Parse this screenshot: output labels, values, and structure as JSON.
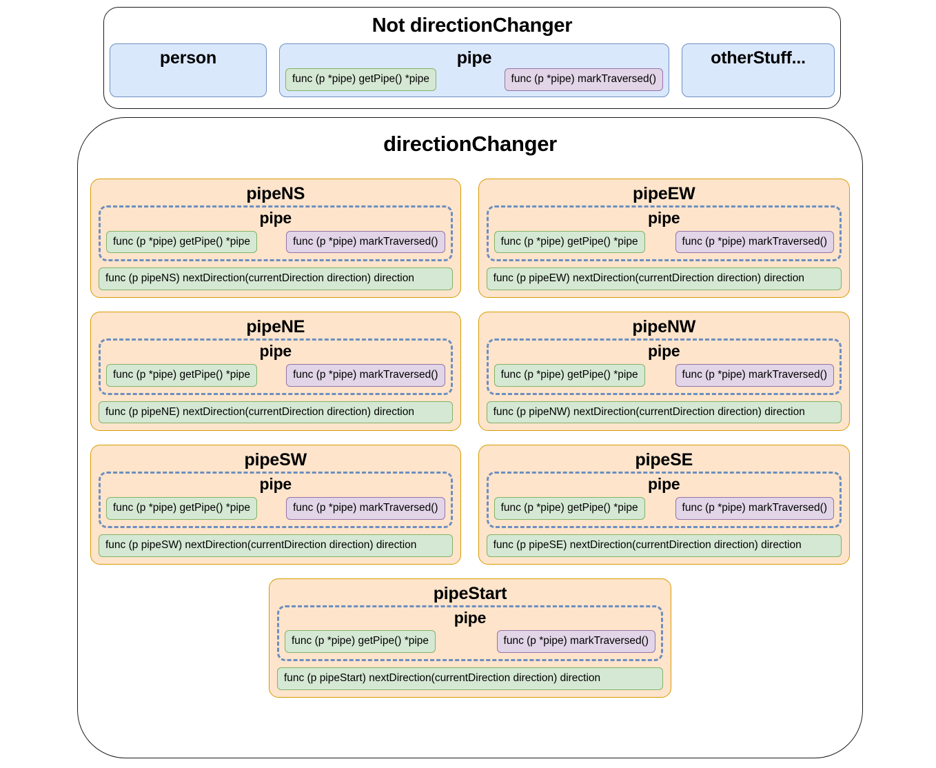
{
  "not_direction_changer": {
    "title": "Not directionChanger",
    "structs": [
      {
        "name": "person",
        "kind": "blue-struct",
        "methods": []
      },
      {
        "name": "pipe",
        "kind": "blue-struct",
        "methods": [
          {
            "label": "func (p *pipe) getPipe() *pipe",
            "color": "green"
          },
          {
            "label": "func (p *pipe) markTraversed()",
            "color": "purple"
          }
        ]
      },
      {
        "name": "otherStuff...",
        "kind": "blue-struct",
        "methods": []
      }
    ]
  },
  "direction_changer": {
    "title": "directionChanger",
    "embedded_struct_name": "pipe",
    "embedded_methods": [
      {
        "label": "func (p *pipe) getPipe() *pipe",
        "color": "green"
      },
      {
        "label": "func (p *pipe) markTraversed()",
        "color": "purple"
      }
    ],
    "types": [
      {
        "name": "pipeNS",
        "embedded": "pipe",
        "embedded_methods": [
          {
            "label": "func (p *pipe) getPipe() *pipe",
            "color": "green"
          },
          {
            "label": "func (p *pipe) markTraversed()",
            "color": "purple"
          }
        ],
        "own_method": "func (p pipeNS) nextDirection(currentDirection direction) direction"
      },
      {
        "name": "pipeEW",
        "embedded": "pipe",
        "embedded_methods": [
          {
            "label": "func (p *pipe) getPipe() *pipe",
            "color": "green"
          },
          {
            "label": "func (p *pipe) markTraversed()",
            "color": "purple"
          }
        ],
        "own_method": "func (p pipeEW) nextDirection(currentDirection direction) direction"
      },
      {
        "name": "pipeNE",
        "embedded": "pipe",
        "embedded_methods": [
          {
            "label": "func (p *pipe) getPipe() *pipe",
            "color": "green"
          },
          {
            "label": "func (p *pipe) markTraversed()",
            "color": "purple"
          }
        ],
        "own_method": "func (p pipeNE) nextDirection(currentDirection direction) direction"
      },
      {
        "name": "pipeNW",
        "embedded": "pipe",
        "embedded_methods": [
          {
            "label": "func (p *pipe) getPipe() *pipe",
            "color": "green"
          },
          {
            "label": "func (p *pipe) markTraversed()",
            "color": "purple"
          }
        ],
        "own_method": "func (p pipeNW) nextDirection(currentDirection direction) direction"
      },
      {
        "name": "pipeSW",
        "embedded": "pipe",
        "embedded_methods": [
          {
            "label": "func (p *pipe) getPipe() *pipe",
            "color": "green"
          },
          {
            "label": "func (p *pipe) markTraversed()",
            "color": "purple"
          }
        ],
        "own_method": "func (p pipeSW) nextDirection(currentDirection direction) direction"
      },
      {
        "name": "pipeSE",
        "embedded": "pipe",
        "embedded_methods": [
          {
            "label": "func (p *pipe) getPipe() *pipe",
            "color": "green"
          },
          {
            "label": "func (p *pipe) markTraversed()",
            "color": "purple"
          }
        ],
        "own_method": "func (p pipeSE) nextDirection(currentDirection direction) direction"
      },
      {
        "name": "pipeStart",
        "embedded": "pipe",
        "embedded_methods": [
          {
            "label": "func (p *pipe) getPipe() *pipe",
            "color": "green"
          },
          {
            "label": "func (p *pipe) markTraversed()",
            "color": "purple"
          }
        ],
        "own_method": "func (p pipeStart) nextDirection(currentDirection direction) direction"
      }
    ]
  },
  "colors": {
    "blue_fill": "#dae8fc",
    "blue_stroke": "#6c8ebf",
    "orange_fill": "#fde4cb",
    "orange_stroke": "#d79b00",
    "green_fill": "#d5e8d4",
    "green_stroke": "#82b366",
    "purple_fill": "#e1d5e7",
    "purple_stroke": "#9673a6",
    "outline": "#1a1a1a"
  }
}
